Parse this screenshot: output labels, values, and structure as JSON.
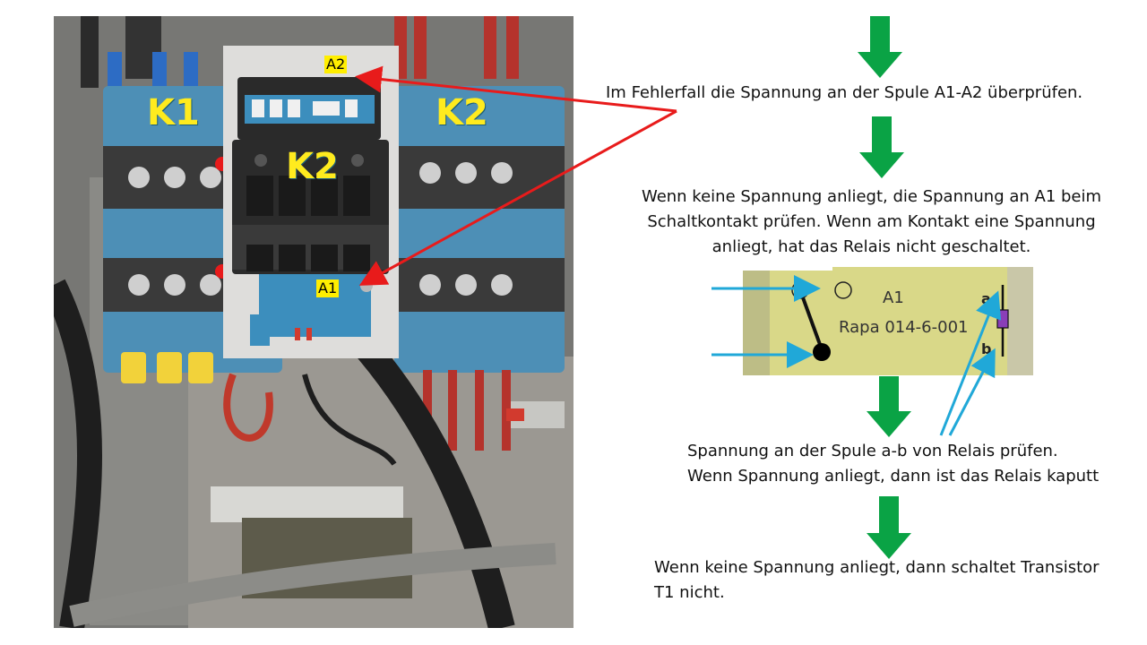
{
  "photo": {
    "k1_label": "K1",
    "k2_label": "K2",
    "inset_label": "K2",
    "a2_label": "A2",
    "a1_label": "A1"
  },
  "steps": {
    "step1": "Im Fehlerfall die Spannung an der Spule A1-A2 überprüfen.",
    "step2_line1": "Wenn keine Spannung anliegt, die Spannung an A1 beim",
    "step2_line2": "Schaltkontakt prüfen. Wenn am Kontakt eine Spannung",
    "step2_line3": "anliegt,  hat das Relais nicht geschaltet.",
    "step3_line1": "Spannung an der Spule a-b von Relais prüfen.",
    "step3_line2": "Wenn Spannung anliegt, dann ist das Relais kaputt",
    "step4_line1": "Wenn keine Spannung anliegt, dann schaltet Transistor",
    "step4_line2": "T1 nicht."
  },
  "relay": {
    "name": "A1",
    "part_number": "Rapa 014-6-001",
    "pin_a": "a",
    "pin_b": "b"
  },
  "colors": {
    "flow_arrow": "#0aa345",
    "pointer_red": "#e81b1b",
    "pointer_blue": "#20a8d8",
    "label_yellow": "#ffee00"
  }
}
